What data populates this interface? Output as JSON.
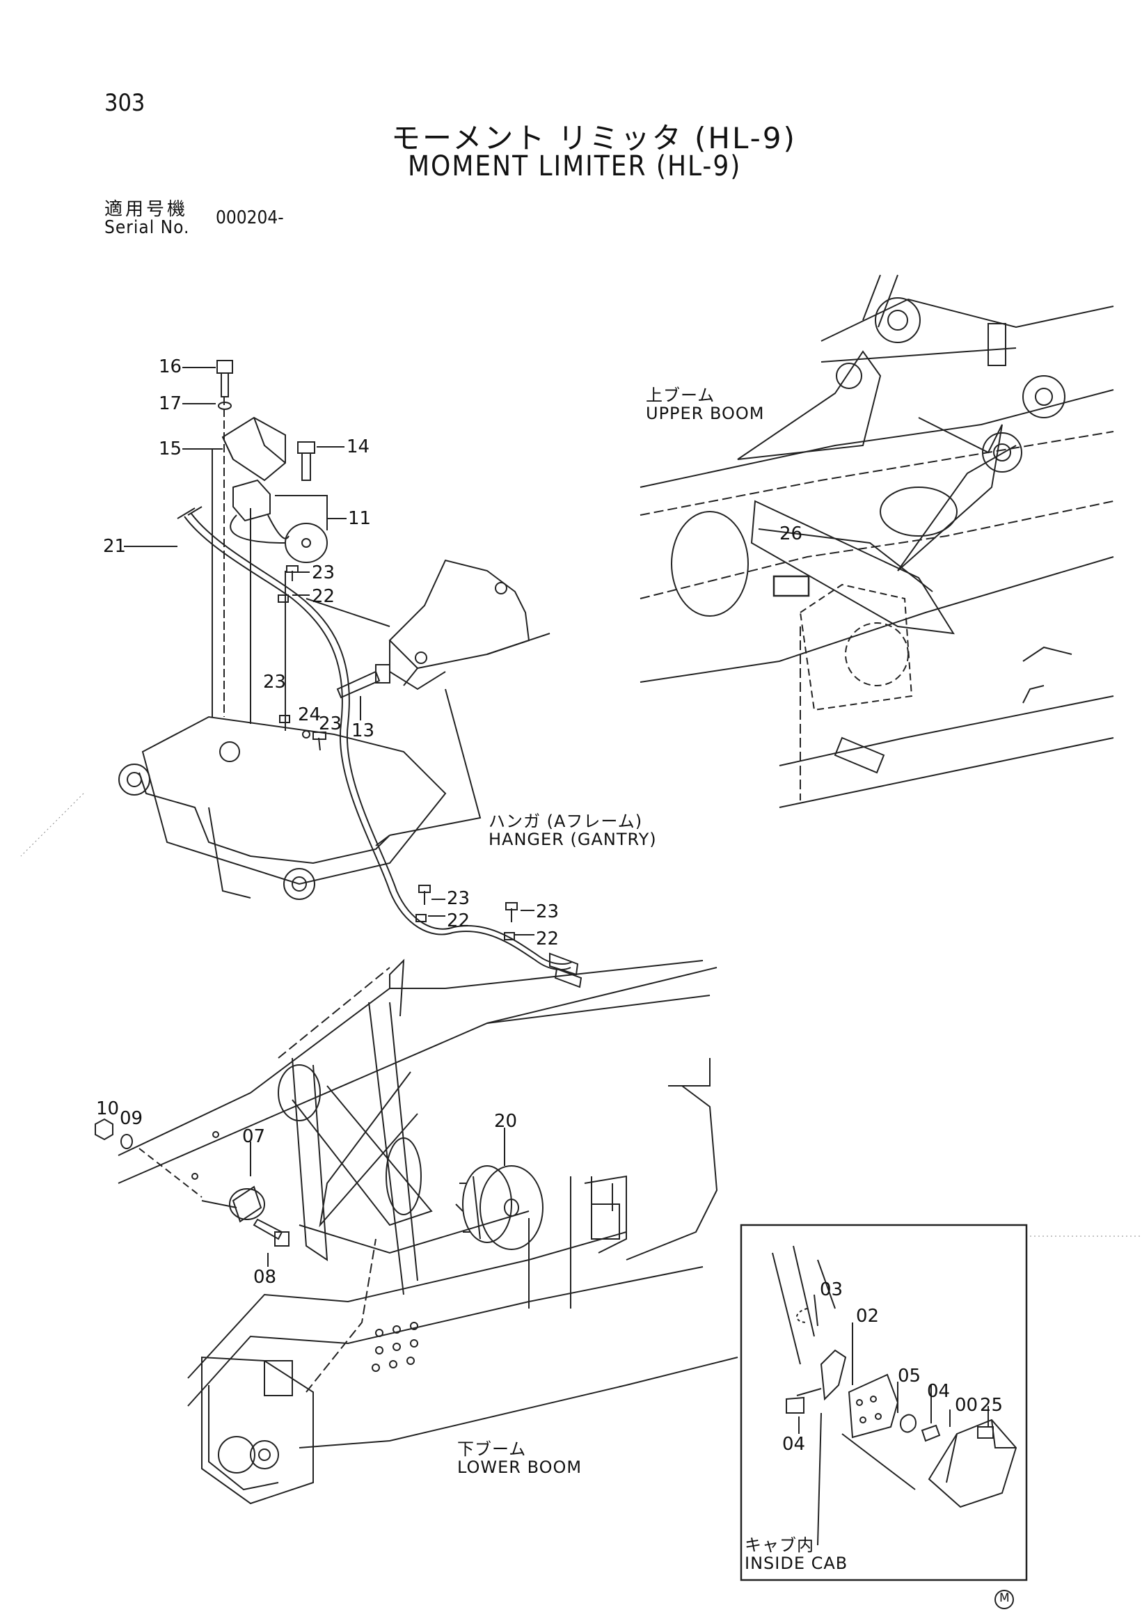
{
  "header": {
    "page_number": "303",
    "title_jp": "モーメント リミッタ (HL-9)",
    "title_en": "MOMENT LIMITER (HL-9)",
    "serial_label_jp": "適用号機",
    "serial_label_en": "Serial No.",
    "serial_value": "000204-"
  },
  "labels": {
    "upper_boom_jp": "上ブーム",
    "upper_boom_en": "UPPER BOOM",
    "hanger_jp": "ハンガ (Aフレーム)",
    "hanger_en": "HANGER (GANTRY)",
    "lower_boom_jp": "下ブーム",
    "lower_boom_en": "LOWER BOOM",
    "inside_cab_jp": "キャブ内",
    "inside_cab_en": "INSIDE CAB"
  },
  "parts": {
    "p16": "16",
    "p17": "17",
    "p15": "15",
    "p14": "14",
    "p11": "11",
    "p21": "21",
    "p23a": "23",
    "p22a": "22",
    "p23b": "23",
    "p24": "24",
    "p23c": "23",
    "p13": "13",
    "p23d": "23",
    "p22b": "22",
    "p23e": "23",
    "p22c": "22",
    "p26": "26",
    "p10": "10",
    "p09": "09",
    "p07": "07",
    "p08": "08",
    "p20": "20",
    "p03": "03",
    "p02": "02",
    "p05": "05",
    "p04a": "04",
    "p00": "00",
    "p25": "25",
    "p04b": "04"
  },
  "footer": {
    "mark": "M"
  }
}
